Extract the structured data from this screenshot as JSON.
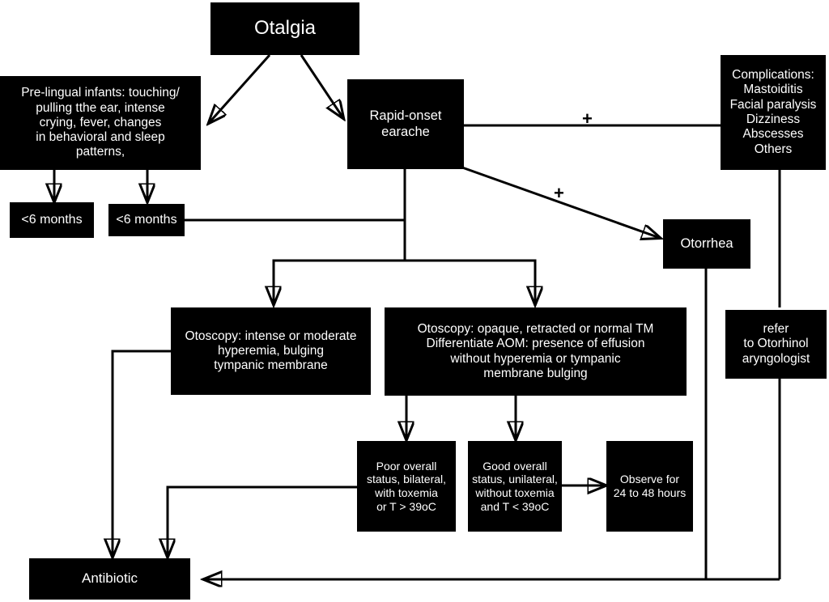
{
  "diagram": {
    "title": "Otalgia diagnostic and management flowchart",
    "background_color": "#ffffff",
    "node_fill_color": "#000000",
    "node_text_color": "#ffffff",
    "edge_color": "#000000",
    "nodes": {
      "otalgia": "Otalgia",
      "prelingual": "Pre-lingual infants: touching/\npulling tthe ear, intense\ncrying, fever, changes\nin behavioral and sleep\npatterns,",
      "rapid_onset": "Rapid-onset\nearache",
      "complications": "Complications:\nMastoiditis\nFacial paralysis\nDizziness\nAbscesses\nOthers",
      "months_left": "<6 months",
      "months_right": "<6 months",
      "otorrhea": "Otorrhea",
      "refer": "refer\nto Otorhinol\naryngologist",
      "otoscopy_left": "Otoscopy: intense or moderate\nhyperemia, bulging\ntympanic membrane",
      "otoscopy_right": "Otoscopy: opaque, retracted or normal TM\nDifferentiate AOM: presence of effusion\nwithout hyperemia or tympanic\nmembrane bulging",
      "poor_status": "Poor overall\nstatus, bilateral,\nwith toxemia\nor T > 39oC",
      "good_status": "Good overall\nstatus, unilateral,\nwithout toxemia\nand T < 39oC",
      "observe": "Observe for\n24 to 48 hours",
      "antibiotic": "Antibiotic"
    },
    "edge_labels": {
      "plus_complications": "+",
      "plus_otorrhea": "+"
    }
  }
}
